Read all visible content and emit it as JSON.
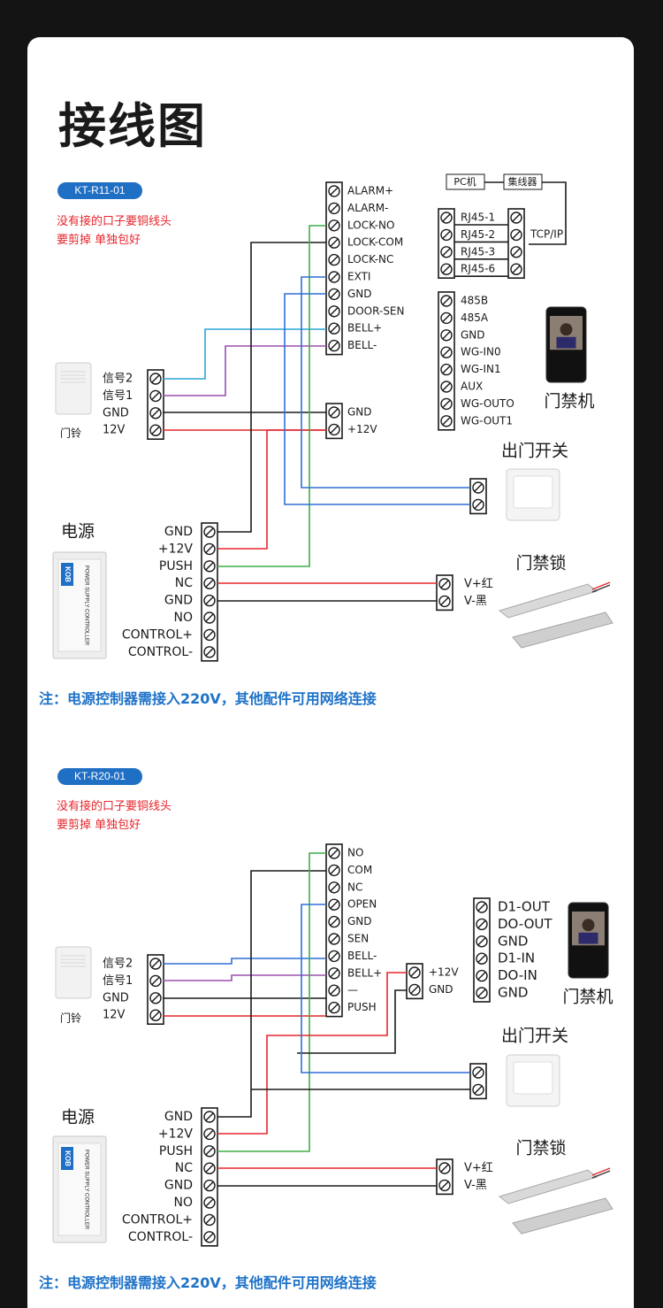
{
  "page": {
    "title": "接线图"
  },
  "colors": {
    "blue": "#1f6fc4",
    "red": "#e6262c",
    "purple": "#9b4fb0",
    "green": "#3fae49",
    "wire_blue": "#2f6fd6",
    "wire_cyan": "#2aa6d8",
    "wire_black": "#1a1a1a"
  },
  "diagram1": {
    "model": "KT-R11-01",
    "note_line1": "没有接的口子要铜线头",
    "note_line2": "要剪掉 单独包好",
    "controller_terminals": [
      "ALARM+",
      "ALARM-",
      "LOCK-NO",
      "LOCK-COM",
      "LOCK-NC",
      "EXTI",
      "GND",
      "DOOR-SEN",
      "BELL+",
      "BELL-"
    ],
    "controller_gnd_terminals": [
      "GND",
      "+12V"
    ],
    "pc_label": "PC机",
    "hub_label": "集线器",
    "tcpip_label": "TCP/IP",
    "rj45_terminals": [
      "RJ45-1",
      "RJ45-2",
      "RJ45-3",
      "RJ45-6"
    ],
    "access_terminals": [
      "485B",
      "485A",
      "GND",
      "WG-IN0",
      "WG-IN1",
      "AUX",
      "WG-OUTO",
      "WG-OUT1"
    ],
    "access_label": "门禁机",
    "bell_terminals": [
      "信号2",
      "信号1",
      "GND",
      "12V"
    ],
    "bell_label": "门铃",
    "exit_label": "出门开关",
    "power_label": "电源",
    "power_terminals": [
      "GND",
      "+12V",
      "PUSH",
      "NC",
      "GND",
      "NO",
      "CONTROL+",
      "CONTROL-"
    ],
    "lock_label": "门禁锁",
    "lock_terminals": [
      "V+红",
      "V-黑"
    ],
    "footnote": "注：电源控制器需接入220V，其他配件可用网络连接"
  },
  "diagram2": {
    "model": "KT-R20-01",
    "note_line1": "没有接的口子要铜线头",
    "note_line2": "要剪掉 单独包好",
    "controller_terminals": [
      "NO",
      "COM",
      "NC",
      "OPEN",
      "GND",
      "SEN",
      "BELL-",
      "BELL+",
      "—",
      "PUSH"
    ],
    "aux_terminals": [
      "+12V",
      "GND"
    ],
    "access_terminals": [
      "D1-OUT",
      "DO-OUT",
      "GND",
      "D1-IN",
      "DO-IN",
      "GND"
    ],
    "access_label": "门禁机",
    "bell_terminals": [
      "信号2",
      "信号1",
      "GND",
      "12V"
    ],
    "bell_label": "门铃",
    "exit_label": "出门开关",
    "power_label": "电源",
    "power_terminals": [
      "GND",
      "+12V",
      "PUSH",
      "NC",
      "GND",
      "NO",
      "CONTROL+",
      "CONTROL-"
    ],
    "lock_label": "门禁锁",
    "lock_terminals": [
      "V+红",
      "V-黑"
    ],
    "footnote": "注：电源控制器需接入220V，其他配件可用网络连接"
  },
  "devices": {
    "power_logo": "KOB",
    "power_side_text": "POWER SUPPLY CONTROLLER"
  }
}
